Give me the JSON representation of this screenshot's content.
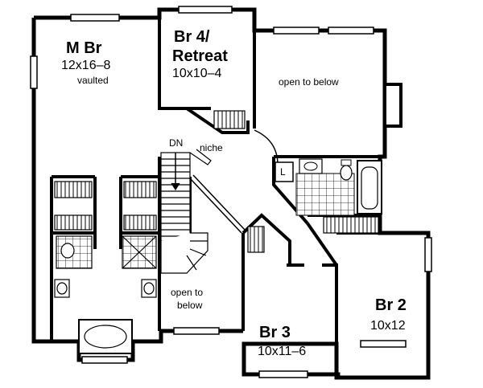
{
  "plan": {
    "rooms": [
      {
        "id": "m-br",
        "name": "M Br",
        "size": "12x16–8",
        "note": "vaulted"
      },
      {
        "id": "br4",
        "name_line1": "Br 4/",
        "name_line2": "Retreat",
        "size": "10x10–4"
      },
      {
        "id": "br2",
        "name": "Br 2",
        "size": "10x12"
      },
      {
        "id": "br3",
        "name": "Br 3",
        "size": "10x11–6"
      }
    ],
    "labels": {
      "open_below_top": "open to below",
      "open_below_stair_1": "open to",
      "open_below_stair_2": "below",
      "niche": "niche",
      "dn": "DN",
      "linen": "L"
    }
  }
}
